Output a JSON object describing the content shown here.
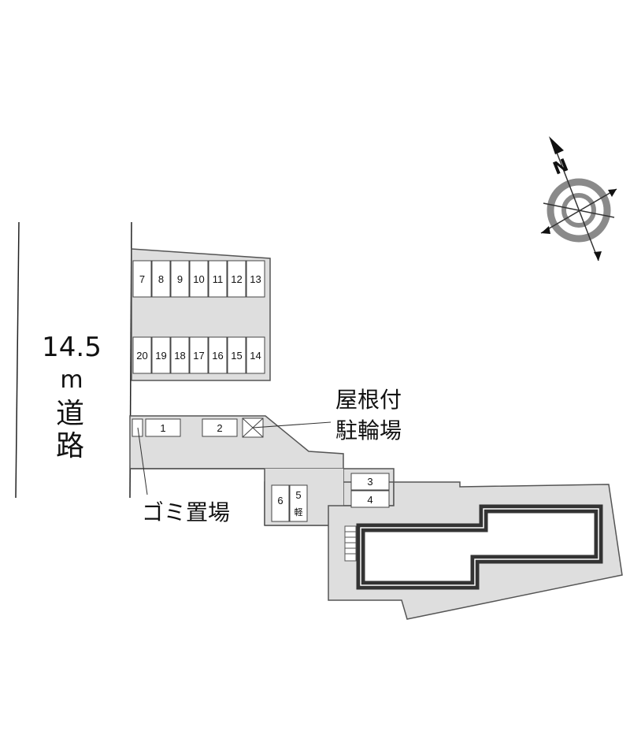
{
  "road": {
    "width": "14.5",
    "unit": "m",
    "name_char1": "道",
    "name_char2": "路"
  },
  "compass": {
    "north_label": "N"
  },
  "labels": {
    "bicycle_line1": "屋根付",
    "bicycle_line2": "駐輪場",
    "garbage": "ゴミ置場",
    "kei_note": "軽"
  },
  "parking_spaces": {
    "top_row": [
      "7",
      "8",
      "9",
      "10",
      "11",
      "12",
      "13"
    ],
    "bottom_row": [
      "20",
      "19",
      "18",
      "17",
      "16",
      "15",
      "14"
    ],
    "entrance": [
      "1",
      "2"
    ],
    "stacked": [
      "3",
      "4"
    ],
    "side_pair": [
      "6",
      "5"
    ]
  },
  "colors": {
    "lot": "#dedede",
    "outline": "#555555",
    "building": "#333333",
    "compass_ring": "#8a8a8a"
  }
}
